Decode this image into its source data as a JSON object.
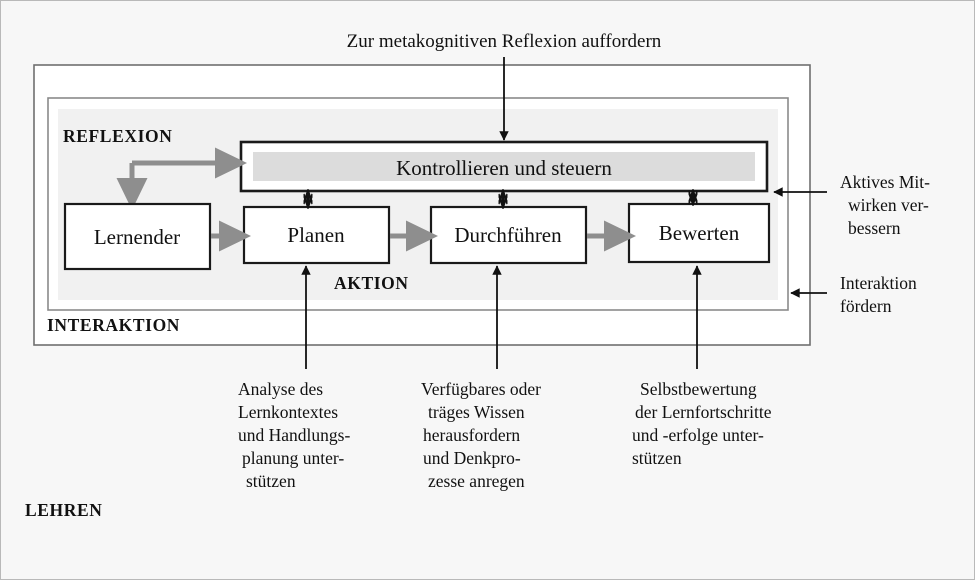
{
  "figure": {
    "top_caption": "Zur metakognitiven Reflexion auffordern",
    "zones": {
      "reflexion": "REFLEXION",
      "aktion": "AKTION",
      "interaktion": "INTERAKTION",
      "lehren": "LEHREN"
    },
    "control_box": "Kontrollieren und steuern",
    "nodes": [
      {
        "id": "lernender",
        "label": "Lernender"
      },
      {
        "id": "planen",
        "label": "Planen"
      },
      {
        "id": "durchfuehren",
        "label": "Durchführen"
      },
      {
        "id": "bewerten",
        "label": "Bewerten"
      }
    ],
    "right_notes": [
      {
        "id": "aktives-mitwirken",
        "lines": [
          "Aktives Mit-",
          "wirken ver-",
          "bessern"
        ]
      },
      {
        "id": "interaktion-foerdern",
        "lines": [
          "Interaktion",
          "fördern"
        ]
      }
    ],
    "bottom_notes": [
      {
        "id": "analyse-lernkontext",
        "lines": [
          "Analyse des",
          "Lernkontextes",
          "und Handlungs-",
          "planung unter-",
          "stützen"
        ]
      },
      {
        "id": "wissen-herausfordern",
        "lines": [
          "Verfügbares oder",
          "träges Wissen",
          "herausfordern",
          "und Denkpro-",
          "zesse anregen"
        ]
      },
      {
        "id": "selbstbewertung",
        "lines": [
          "Selbstbewertung",
          "der Lernfortschritte",
          "und -erfolge unter-",
          "stützen"
        ]
      }
    ],
    "colors": {
      "background": "#f7f7f7",
      "panel": "#f1f1f1",
      "control_fill": "#dcdcdc",
      "gray_arrow": "#8e8e8e",
      "black": "#111111"
    }
  }
}
